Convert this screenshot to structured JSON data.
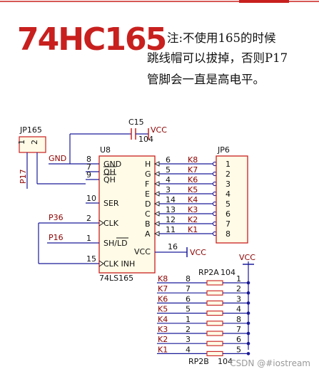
{
  "title": "74HC165",
  "note_lines": [
    "注:不使用165的时候",
    "跳线帽可以拔掉，否则P17",
    "管脚会一直是高电平。"
  ],
  "watermark": "CSDN @#iostream",
  "schematic": {
    "jumper_jp165": {
      "ref": "JP165",
      "pins": [
        "1",
        "2"
      ],
      "net": "P17"
    },
    "capacitor": {
      "ref": "C15",
      "value": "104",
      "supply": "VCC"
    },
    "ic": {
      "ref": "U8",
      "part": "74LS165",
      "left_pins": [
        {
          "num": "8",
          "name": "GND",
          "net": "GND"
        },
        {
          "num": "7",
          "name": "QH",
          "net": ""
        },
        {
          "num": "9",
          "name": "QH",
          "net": ""
        },
        {
          "num": "10",
          "name": "SER",
          "net": ""
        },
        {
          "num": "2",
          "name": "CLK",
          "net": "P36"
        },
        {
          "num": "1",
          "name": "SH/LD",
          "net": "P16"
        },
        {
          "num": "15",
          "name": "CLK INH",
          "net": ""
        }
      ],
      "right_pins": [
        {
          "num": "6",
          "name": "H",
          "net": "K8"
        },
        {
          "num": "5",
          "name": "G",
          "net": "K7"
        },
        {
          "num": "4",
          "name": "F",
          "net": "K6"
        },
        {
          "num": "3",
          "name": "E",
          "net": "K5"
        },
        {
          "num": "14",
          "name": "D",
          "net": "K4"
        },
        {
          "num": "13",
          "name": "C",
          "net": "K3"
        },
        {
          "num": "12",
          "name": "B",
          "net": "K2"
        },
        {
          "num": "11",
          "name": "A",
          "net": "K1"
        }
      ],
      "vcc_pin": {
        "num": "16",
        "name": "VCC",
        "net": "VCC"
      }
    },
    "connector_jp6": {
      "ref": "JP6",
      "pins": [
        "1",
        "2",
        "3",
        "4",
        "5",
        "6",
        "7",
        "8"
      ]
    },
    "resistor_array": {
      "ref_a": "RP2A",
      "ref_b": "RP2B",
      "value": "104",
      "supply": "VCC",
      "rows": [
        {
          "net": "K8",
          "left": "8",
          "right": "1"
        },
        {
          "net": "K7",
          "left": "7",
          "right": "2"
        },
        {
          "net": "K6",
          "left": "6",
          "right": "3"
        },
        {
          "net": "K5",
          "left": "5",
          "right": "4"
        },
        {
          "net": "K4",
          "left": "1",
          "right": "8"
        },
        {
          "net": "K3",
          "left": "2",
          "right": "7"
        },
        {
          "net": "K2",
          "left": "3",
          "right": "6"
        },
        {
          "net": "K1",
          "left": "4",
          "right": "5"
        }
      ]
    }
  },
  "colors": {
    "title": "#c8201e",
    "wire": "#1a1a9a",
    "label": "#8b0000",
    "component": "#c8201e",
    "body": "#fffbe6"
  }
}
